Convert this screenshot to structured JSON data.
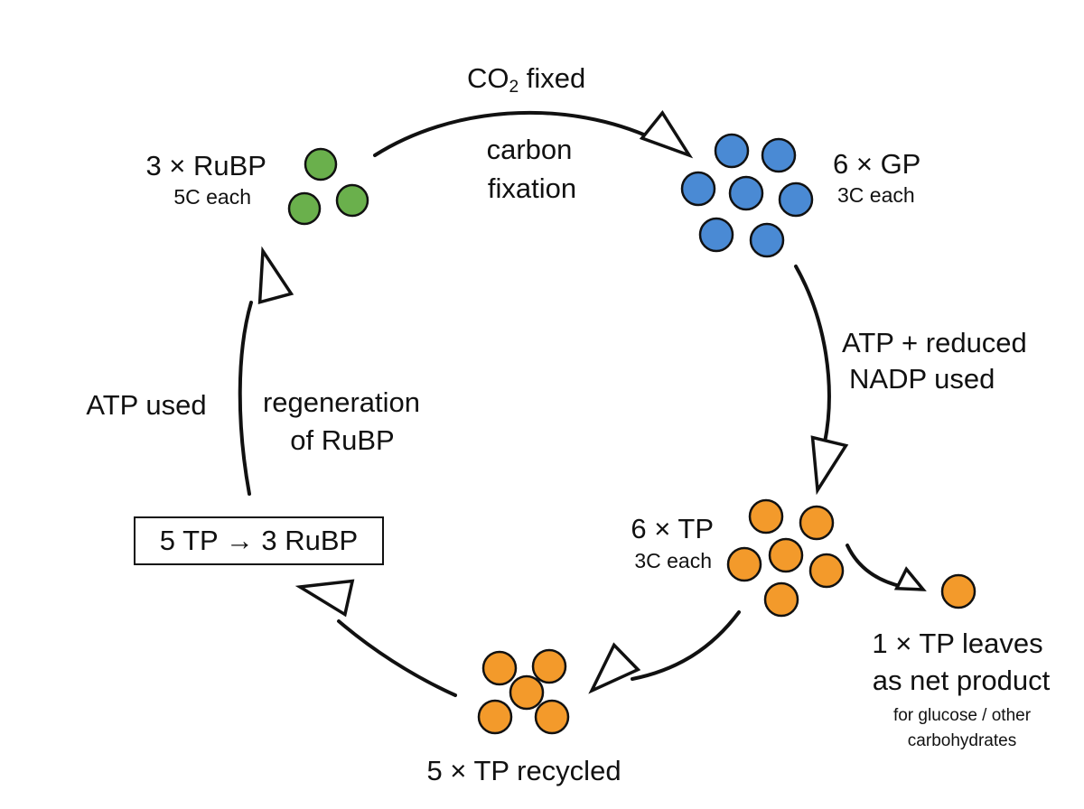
{
  "colors": {
    "rubp": "#6ab04c",
    "gp": "#4a8ad4",
    "tp": "#f39a2b",
    "stroke": "#111111"
  },
  "labels": {
    "co2_prefix": "CO",
    "co2_sub": "2",
    "co2_suffix": " fixed",
    "carbon": "carbon",
    "fixation": "fixation",
    "rubp_count": "3 × RuBP",
    "rubp_each": "5C each",
    "gp_count": "6 × GP",
    "gp_each": "3C each",
    "atp_reduced": "ATP + reduced",
    "nadp_used": "NADP used",
    "tp_count": "6 × TP",
    "tp_each": "3C each",
    "tp_leaves_1": "1 × TP leaves",
    "tp_leaves_2": "as net product",
    "glucose_1": "for glucose / other",
    "glucose_2": "carbohydrates",
    "recycled": "5 × TP recycled",
    "box": "5 TP → 3 RuBP",
    "atp_used": "ATP used",
    "regeneration": "regeneration",
    "of_rubp": "of RuBP"
  }
}
